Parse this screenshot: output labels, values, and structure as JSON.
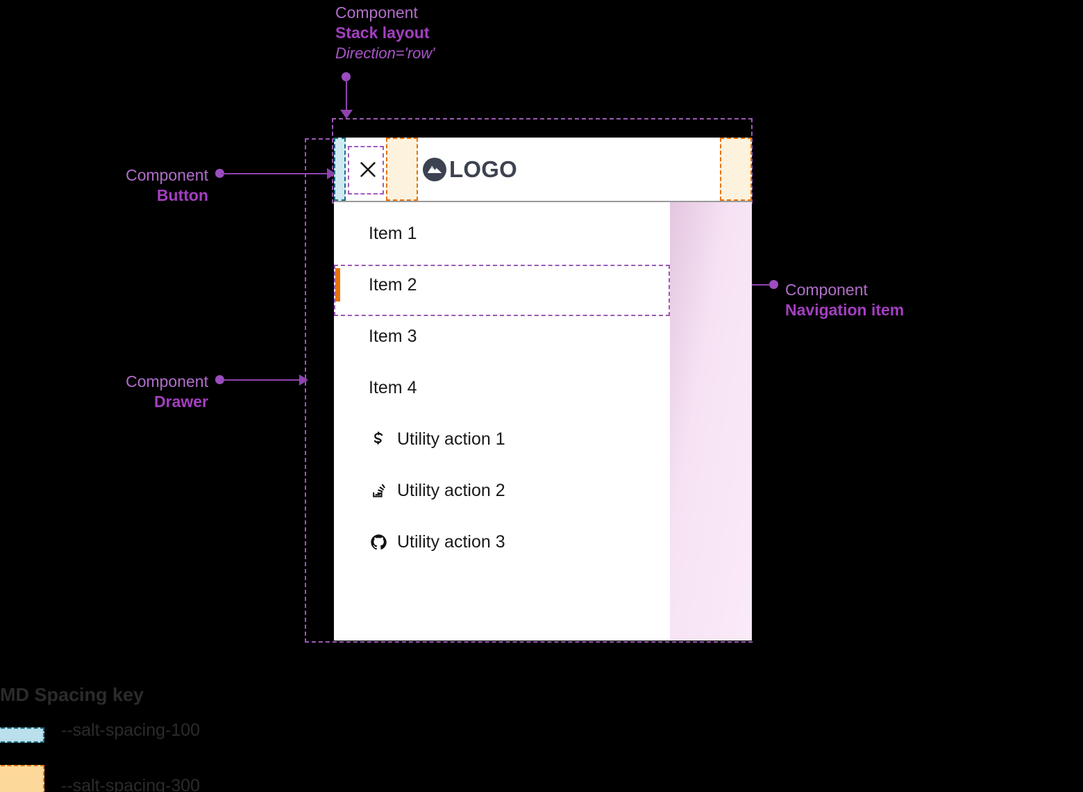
{
  "annotations": {
    "stack_layout": {
      "kind": "Component",
      "name": "Stack layout",
      "prop": "Direction='row'"
    },
    "button": {
      "kind": "Component",
      "name": "Button"
    },
    "drawer": {
      "kind": "Component",
      "name": "Drawer"
    },
    "navigation_item": {
      "kind": "Component",
      "name": "Navigation item"
    }
  },
  "drawer": {
    "header": {
      "close_icon": "close-icon",
      "logo_icon": "mountain-logo-icon",
      "logo_text": "LOGO"
    },
    "nav_items": [
      {
        "label": "Item 1",
        "selected": false
      },
      {
        "label": "Item 2",
        "selected": true
      },
      {
        "label": "Item 3",
        "selected": false
      },
      {
        "label": "Item 4",
        "selected": false
      }
    ],
    "utility_actions": [
      {
        "label": "Utility action 1",
        "icon": "salt-s-icon"
      },
      {
        "label": "Utility action 2",
        "icon": "stack-overflow-icon"
      },
      {
        "label": "Utility action 3",
        "icon": "github-icon"
      }
    ]
  },
  "spacing_key": {
    "title": "MD Spacing key",
    "entries": [
      {
        "token": "--salt-spacing-100",
        "swatch": "spacing-100",
        "color": "#b9e0ec",
        "border": "#1f6f87"
      },
      {
        "token": "--salt-spacing-300",
        "swatch": "spacing-300",
        "color": "#fcd89a",
        "border": "#e8730c"
      }
    ]
  },
  "colors": {
    "background": "#000000",
    "surface": "#ffffff",
    "annotation": "#a855c8",
    "annotation_bold": "#a33fc0",
    "leader": "#8e44ad",
    "selected_indicator": "#e8730c",
    "nav_band_start": "#e4c6e0",
    "nav_band_end": "#fbeaf8",
    "logo_mark": "#3c4250"
  }
}
